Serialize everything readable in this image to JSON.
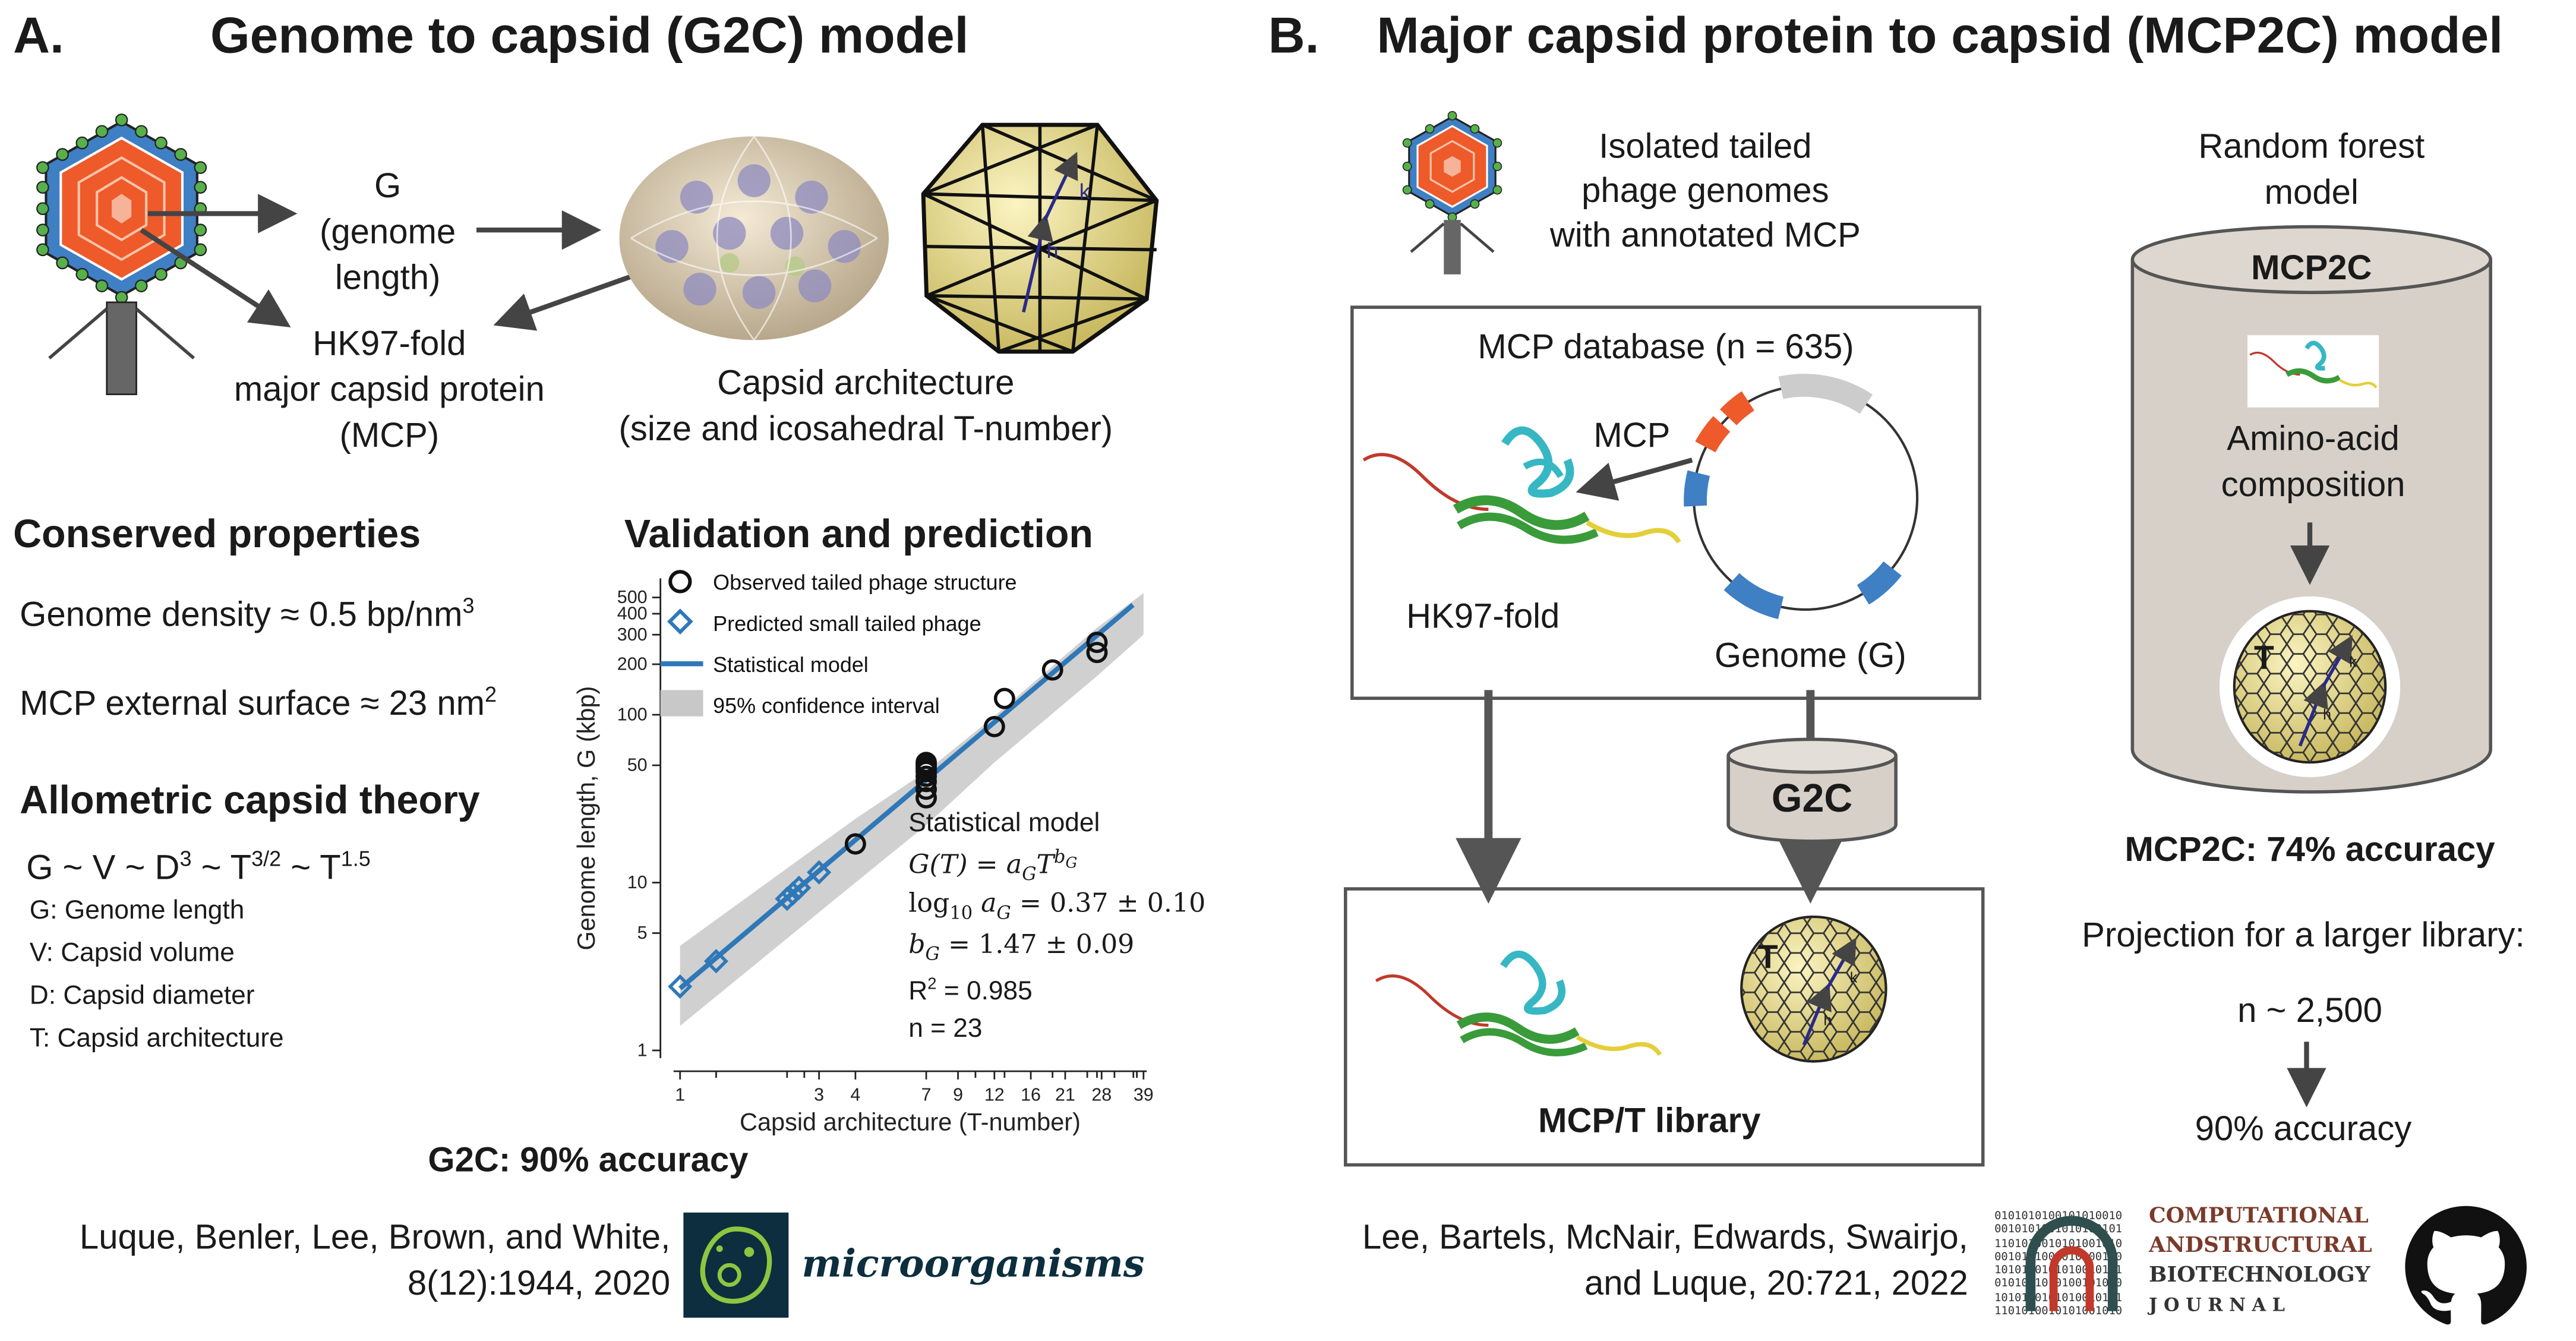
{
  "panel_a": {
    "letter": "A.",
    "title": "Genome to capsid (G2C) model",
    "g_label": [
      "G",
      "(genome",
      "length)"
    ],
    "mcp_label": [
      "HK97-fold",
      "major capsid protein",
      "(MCP)"
    ],
    "capsid_label": [
      "Capsid architecture",
      "(size and icosahedral T-number)"
    ],
    "lattice_h": "h",
    "lattice_k": "k",
    "conserved_title": "Conserved properties",
    "genome_density": "Genome density ≈ 0.5 bp/nm",
    "genome_density_sup": "3",
    "mcp_surface": "MCP external surface ≈ 23 nm",
    "mcp_surface_sup": "2",
    "allometric_title": "Allometric capsid theory",
    "allometric_formula": "G ~ V ~ D",
    "formula_parts": [
      "3",
      " ~ T",
      "3/2",
      " ~ T",
      "1.5"
    ],
    "definitions": [
      "G: Genome length",
      "V: Capsid volume",
      "D: Capsid diameter",
      "T: Capsid architecture"
    ],
    "accuracy": "G2C: 90% accuracy",
    "citation_line1": "Luque, Benler, Lee, Brown, and White,",
    "citation_line2": "8(12):1944, 2020",
    "journal": "microorganisms"
  },
  "chart_data": {
    "type": "scatter",
    "title": "Validation and prediction",
    "xlabel": "Capsid architecture (T-number)",
    "ylabel": "Genome length, G (kbp)",
    "x_scale": "log",
    "y_scale": "log",
    "xlim": [
      1,
      39
    ],
    "ylim": [
      1,
      600
    ],
    "x_ticks": [
      1,
      3,
      4,
      7,
      9,
      12,
      16,
      21,
      28,
      39
    ],
    "x_tick_labels": [
      "1",
      "3",
      "4",
      "7",
      "9",
      "12",
      "16",
      "21",
      "28",
      "39"
    ],
    "x_minor_ticks": [
      1.33,
      2.33,
      2.67,
      10.33,
      13,
      19,
      25,
      27,
      31,
      36,
      37
    ],
    "y_ticks": [
      1,
      5,
      10,
      50,
      100,
      200,
      300,
      400,
      500
    ],
    "y_tick_labels": [
      "1",
      "5",
      "10",
      "50",
      "100",
      "200",
      "300",
      "400",
      "500"
    ],
    "legend_position": "top-left",
    "legend": [
      "Observed tailed phage structure",
      "Predicted small tailed phage",
      "Statistical model",
      "95% confidence interval"
    ],
    "series": [
      {
        "name": "Observed tailed phage structure",
        "marker": "circle",
        "x": [
          4,
          7,
          7,
          7,
          7,
          7,
          7,
          7,
          7,
          12,
          13,
          19,
          27,
          27
        ],
        "y": [
          17,
          32,
          36,
          40,
          43,
          46,
          48,
          50,
          52,
          85,
          125,
          185,
          235,
          270
        ]
      },
      {
        "name": "Predicted small tailed phage",
        "marker": "diamond",
        "x": [
          1,
          1.33,
          2.33,
          2.44,
          2.56,
          3
        ],
        "y": [
          2.4,
          3.4,
          8.0,
          8.6,
          9.3,
          11.5
        ]
      },
      {
        "name": "Statistical model",
        "marker": "line",
        "a": 2.34,
        "b": 1.47,
        "x_range": [
          1,
          39
        ]
      }
    ],
    "confidence_interval": {
      "x": [
        1,
        4,
        7,
        12,
        27,
        39
      ],
      "lower": [
        1.4,
        10,
        22,
        52,
        170,
        300
      ],
      "upper": [
        4.2,
        24,
        46,
        98,
        330,
        530
      ]
    },
    "colors": {
      "observed": "#111111",
      "predicted": "#2f78b8",
      "model": "#2f78b8",
      "ci": "#c8c8c8"
    },
    "annotation": {
      "title": "Statistical model",
      "eq1": "G(T) = a",
      "eq1_sub": "G",
      "eq1_T": "T",
      "eq1_sup": "b",
      "eq1_supsub": "G",
      "eq2_log": "log",
      "eq2_sub": "10",
      "eq2_a": " a",
      "eq2_asub": "G",
      "eq2_val": " = 0.37 ± 0.10",
      "eq3_b": "b",
      "eq3_sub": "G",
      "eq3_val": " = 1.47 ± 0.09",
      "r2": "R",
      "r2_sup": "2",
      "r2_val": " = 0.985",
      "n": "n = 23"
    }
  },
  "panel_b": {
    "letter": "B.",
    "title": "Major capsid protein to capsid (MCP2C) model",
    "isolated_label": [
      "Isolated tailed",
      "phage genomes",
      "with annotated MCP"
    ],
    "database_title": "MCP database (n = 635)",
    "mcp_arrow_label": "MCP",
    "hk97_label": "HK97-fold",
    "genome_label": "Genome (G)",
    "g2c_label": "G2C",
    "library_title": "MCP/T library",
    "library_T": "T",
    "library_h": "h",
    "library_k": "k",
    "rf_label": [
      "Random forest",
      "model"
    ],
    "mcp2c_label": "MCP2C",
    "aa_label": [
      "Amino-acid",
      "composition"
    ],
    "rf_T": "T",
    "rf_h": "h",
    "rf_k": "k",
    "accuracy": "MCP2C: 74% accuracy",
    "projection": "Projection for a larger library:",
    "n_projection": "n ~ 2,500",
    "projected_accuracy": "90% accuracy",
    "citation_line1": "Lee, Bartels, McNair, Edwards, Swairjo,",
    "citation_line2": "and Luque, 20:721, 2022",
    "journal_lines": [
      "COMPUTATIONAL",
      "ANDSTRUCTURAL",
      "BIOTECHNOLOGY",
      "J O U R N A L"
    ],
    "binary_text": [
      "0101010100101010010",
      "0010101001010100101",
      "1101010010101001010",
      "0010101001010100100",
      "1010100101010010101",
      "0101001010100101010",
      "1010100101010010101",
      "1101010010101001010"
    ]
  },
  "colors": {
    "phage_orange": "#ee5a2a",
    "phage_green": "#58b04a",
    "phage_blue": "#3f7fc4",
    "capsid_yellow": "#ece08a",
    "cylinder_gray": "#d6d0c8",
    "box_border": "#555555",
    "journal_green": "#8dc63f"
  }
}
